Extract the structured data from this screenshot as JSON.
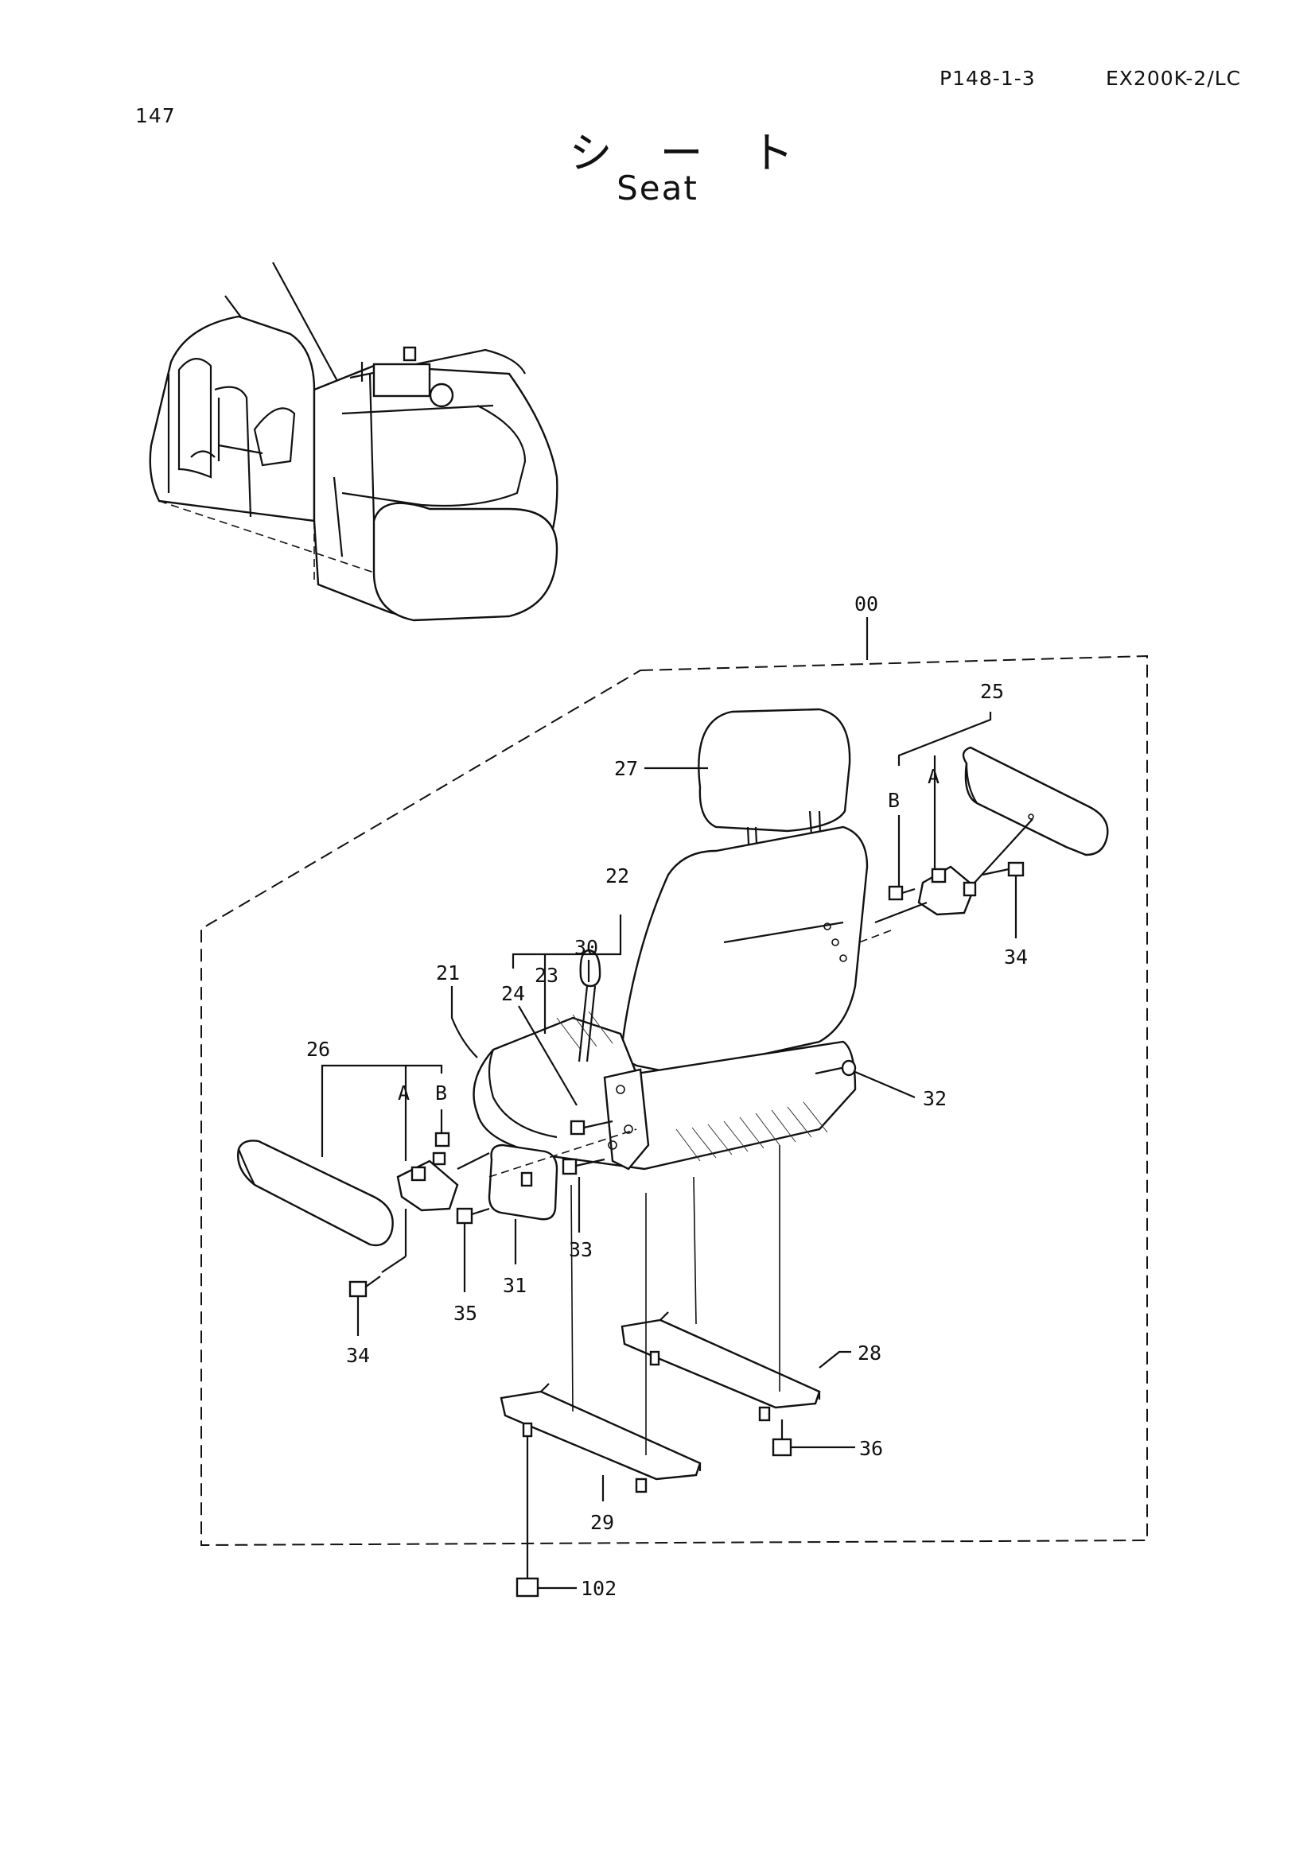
{
  "header": {
    "page_number": "147",
    "page_code": "P148-1-3",
    "model": "EX200K-2/LC"
  },
  "title": {
    "japanese": "シート",
    "english": "Seat"
  },
  "callouts": {
    "assembly": "00",
    "c21": "21",
    "c22": "22",
    "c23": "23",
    "c24": "24",
    "c25": "25",
    "c26": "26",
    "c27": "27",
    "c28": "28",
    "c29": "29",
    "c30": "30",
    "c31": "31",
    "c32": "32",
    "c33": "33",
    "c34_right": "34",
    "c34_left": "34",
    "c35": "35",
    "c36": "36",
    "c102": "102",
    "right_a": "A",
    "right_b": "B",
    "left_a": "A",
    "left_b": "B"
  }
}
